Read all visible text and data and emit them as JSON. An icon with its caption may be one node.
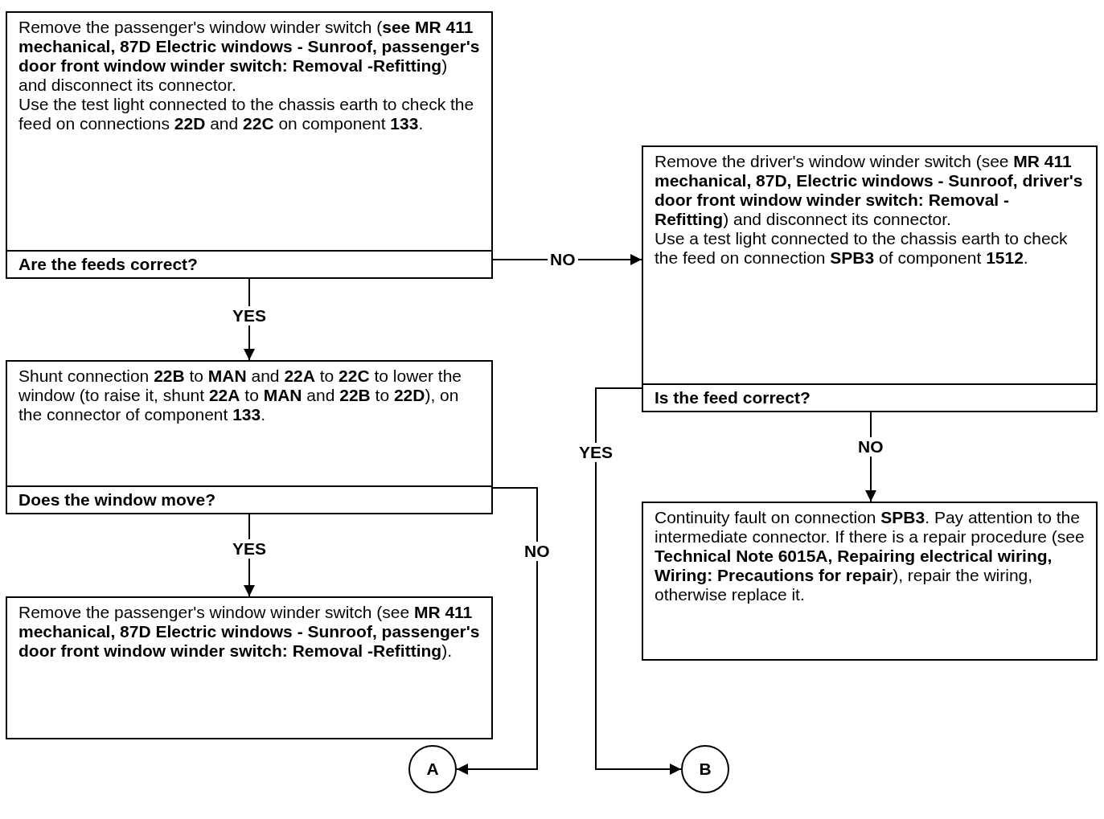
{
  "diagram": {
    "nodes": [
      {
        "text": [
          "Remove the passenger's window winder switch (**see MR 411 mechanical, 87D Electric windows - Sunroof, passenger's door front window winder switch: Removal -Refitting**) and disconnect its connector.",
          "Use the test light connected to the chassis earth to check the feed on connections **22D** and **22C** on component **133**.",
          "Are the feeds correct?"
        ]
      },
      {
        "text": [
          "Remove the driver's window winder switch (see **MR 411 mechanical, 87D, Electric windows - Sunroof, driver's door front window winder switch: Removal - Refitting**) and disconnect its connector.",
          "Use a test light connected to the chassis earth to check the feed on connection **SPB3** of component **1512**.",
          "Is the feed correct?"
        ]
      },
      {
        "text": [
          "Shunt connection **22B** to **MAN** and **22A** to **22C** to lower the window (to raise it, shunt **22A** to **MAN** and **22B** to **22D**), on the connector of component **133**.",
          "Does the window move?"
        ]
      },
      {
        "text": [
          "Remove the passenger's window winder switch (see **MR 411 mechanical, 87D Electric windows - Sunroof, passenger's door front window winder switch: Removal -Refitting**)."
        ]
      },
      {
        "text": [
          "Continuity fault on connection **SPB3**. Pay attention to the intermediate connector. If there is a repair procedure (see **Technical Note 6015A, Repairing electrical wiring, Wiring: Precautions for repair**), repair the wiring, otherwise replace it."
        ]
      },
      {
        "text": [
          "A"
        ]
      },
      {
        "text": [
          "B"
        ]
      }
    ],
    "edges": [
      {
        "from": 0,
        "to": 1,
        "arrow": "to",
        "label": "NO"
      },
      {
        "from": 0,
        "to": 2,
        "arrow": "to",
        "label": "YES"
      },
      {
        "from": 1,
        "to": 4,
        "arrow": "to",
        "label": "NO"
      },
      {
        "from": 2,
        "to": 3,
        "arrow": "to",
        "label": "YES"
      },
      {
        "from": 2,
        "to": 5,
        "arrow": "to",
        "label": "NO"
      },
      {
        "from": 1,
        "to": 6,
        "arrow": "to",
        "label": "YES"
      }
    ]
  }
}
